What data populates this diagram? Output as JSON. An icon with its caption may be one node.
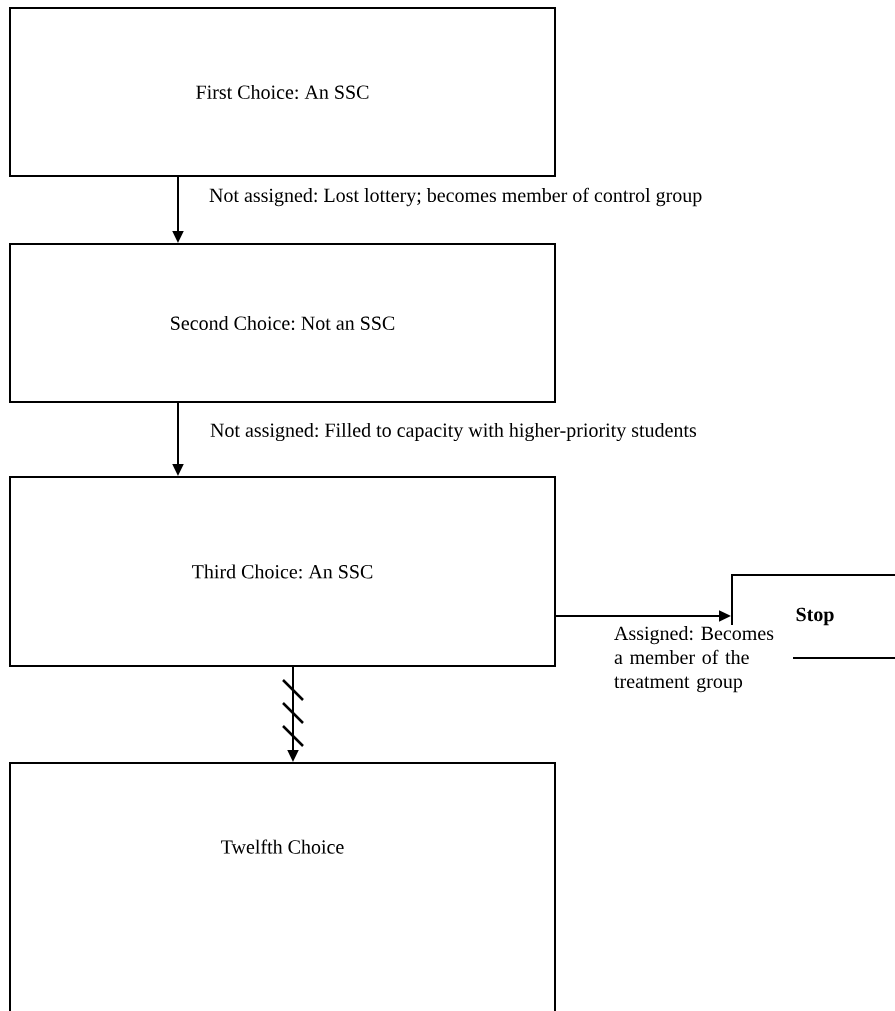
{
  "diagram": {
    "nodes": [
      {
        "text": [
          "First Choice: An SSC"
        ]
      },
      {
        "text": [
          "Second Choice: Not an SSC"
        ]
      },
      {
        "text": [
          "Third Choice: An SSC"
        ]
      },
      {
        "text": [
          "Twelfth Choice"
        ]
      },
      {
        "text": [
          "**Stop**"
        ]
      }
    ],
    "edges": [
      {
        "from": 0,
        "to": 1,
        "arrow": "to",
        "label": "Not assigned: Lost lottery; becomes member of control group"
      },
      {
        "from": 1,
        "to": 2,
        "arrow": "to",
        "label": "Not assigned: Filled to capacity with higher-priority students"
      },
      {
        "from": 2,
        "to": 3,
        "arrow": "to"
      },
      {
        "from": 2,
        "to": 4,
        "arrow": "to",
        "label": "Assigned: Becomes a member of the treatment group"
      }
    ]
  }
}
